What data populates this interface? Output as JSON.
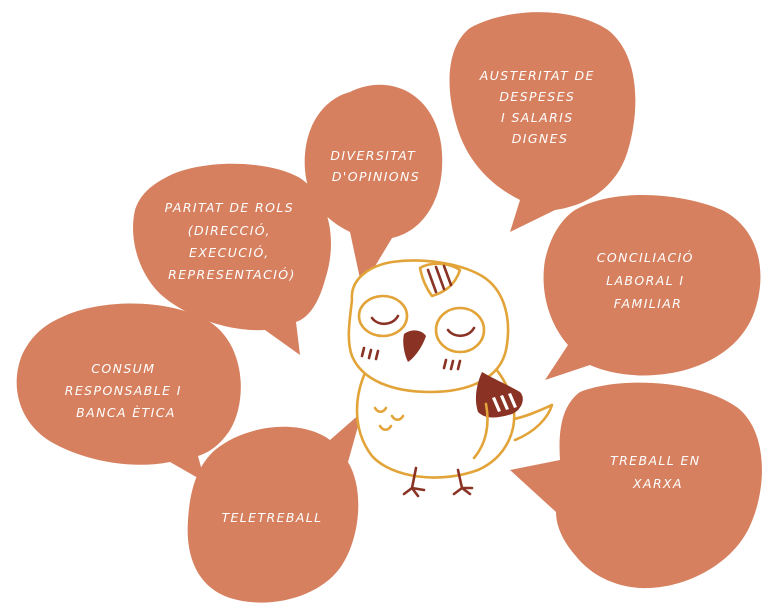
{
  "colors": {
    "bubble": "#d6805f",
    "label_text": "#ffffff",
    "owl_outline": "#e2a438",
    "owl_accent": "#8a3324"
  },
  "bubbles": [
    {
      "id": "diversitat",
      "lines": [
        "DIVERSITAT",
        "D'OPINIONS"
      ]
    },
    {
      "id": "austeritat",
      "lines": [
        "AUSTERITAT DE",
        "DESPESES",
        "I SALARIS",
        "DIGNES"
      ]
    },
    {
      "id": "paritat",
      "lines": [
        "PARITAT DE  ROLS",
        "(DIRECCIÓ,",
        "EXECUCIÓ,",
        "REPRESENTACIÓ)"
      ]
    },
    {
      "id": "conciliacio",
      "lines": [
        "CONCILIACIÓ",
        "LABORAL I",
        "FAMILIAR"
      ]
    },
    {
      "id": "consum",
      "lines": [
        "CONSUM",
        "RESPONSABLE I",
        "BANCA ÈTICA"
      ]
    },
    {
      "id": "teletreball",
      "lines": [
        "TELETREBALL"
      ]
    },
    {
      "id": "treball-xarxa",
      "lines": [
        "TREBALL EN",
        "XARXA"
      ]
    }
  ],
  "mascot": {
    "icon": "owl-icon"
  }
}
